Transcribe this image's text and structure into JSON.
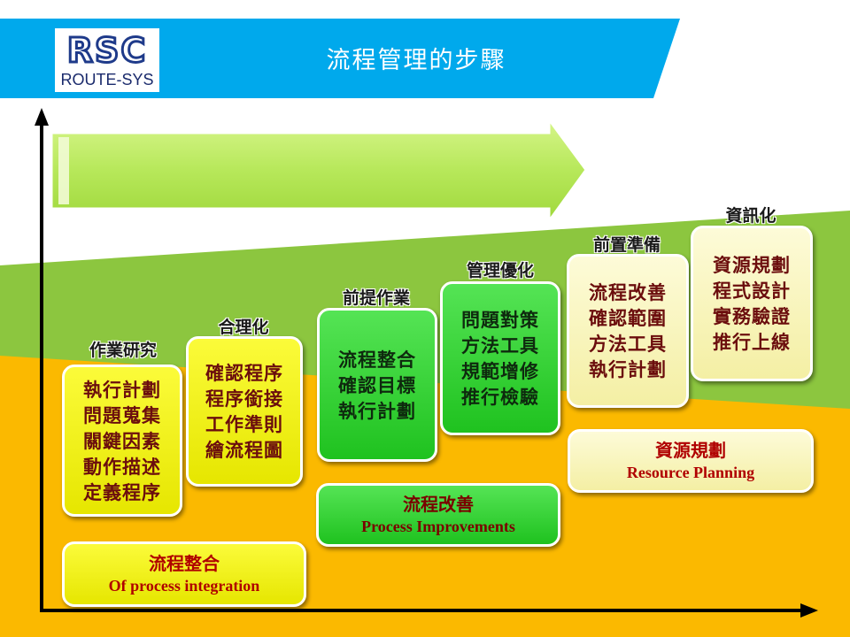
{
  "header": {
    "logo_mark": "RSC",
    "logo_text": "ROUTE-SYS",
    "title": "流程管理的步驟",
    "bar_color": "#00a9ec"
  },
  "steps": [
    {
      "title": "作業研究",
      "color": "yellow",
      "items": [
        "執行計劃",
        "問題蒐集",
        "關鍵因素",
        "動作描述",
        "定義程序"
      ]
    },
    {
      "title": "合理化",
      "color": "yellow",
      "items": [
        "確認程序",
        "程序銜接",
        "工作準則",
        "繪流程圖"
      ]
    },
    {
      "title": "前提作業",
      "color": "green",
      "items": [
        "流程整合",
        "確認目標",
        "執行計劃"
      ]
    },
    {
      "title": "管理優化",
      "color": "green",
      "items": [
        "問題對策",
        "方法工具",
        "規範增修",
        "推行檢驗"
      ]
    },
    {
      "title": "前置準備",
      "color": "cream",
      "items": [
        "流程改善",
        "確認範圍",
        "方法工具",
        "執行計劃"
      ]
    },
    {
      "title": "資訊化",
      "color": "cream",
      "items": [
        "資源規劃",
        "程式設計",
        "實務驗證",
        "推行上線"
      ]
    }
  ],
  "phases": [
    {
      "zh": "流程整合",
      "en": "Of process integration",
      "color": "yellow"
    },
    {
      "zh": "流程改善",
      "en": "Process Improvements",
      "color": "green"
    },
    {
      "zh": "資源規劃",
      "en": "Resource Planning",
      "color": "cream"
    }
  ],
  "colors": {
    "band_green": "#8cc63f",
    "band_orange": "#fbb900",
    "arrow_fill": "#ccf07a",
    "text_dark_red": "#6b0d0d",
    "phase_red": "#b00000"
  }
}
